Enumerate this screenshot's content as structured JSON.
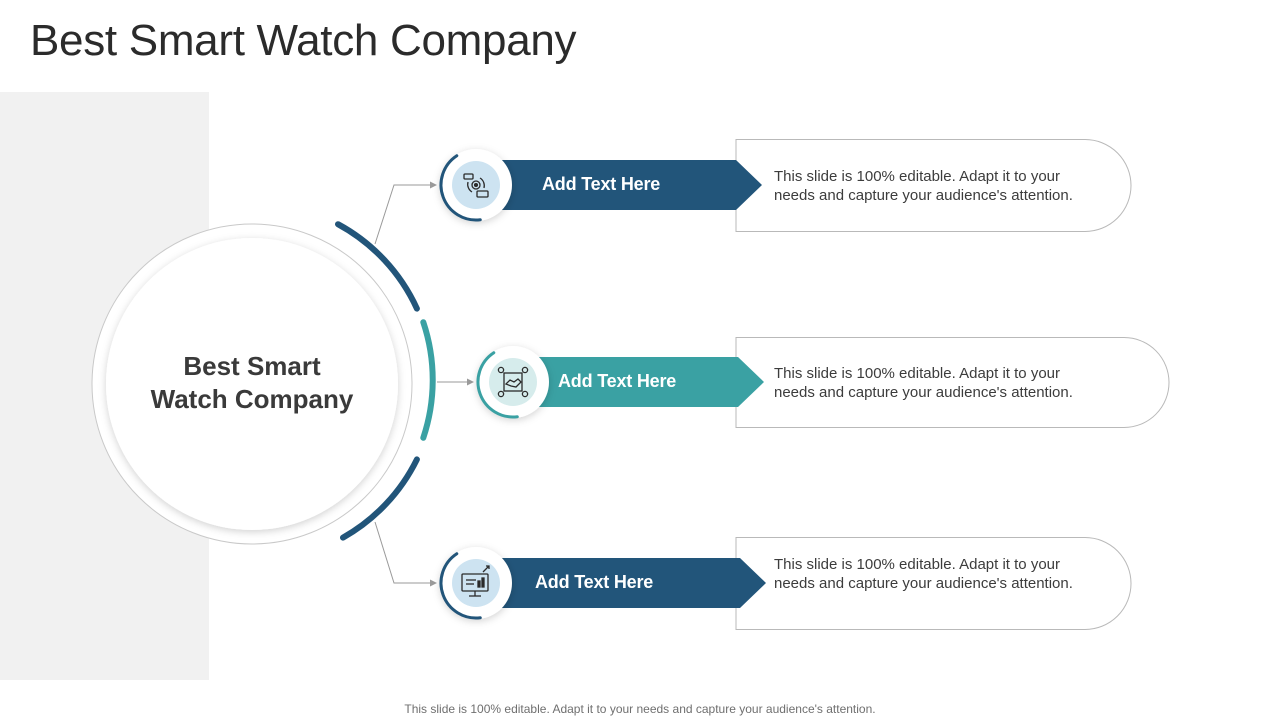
{
  "title": "Best Smart Watch Company",
  "center": {
    "label_line1": "Best Smart",
    "label_line2": "Watch Company"
  },
  "items": [
    {
      "label": "Add Text Here",
      "description": "This slide is 100% editable. Adapt it to your needs and capture your audience's attention.",
      "icon": "watch-settings-icon",
      "color": "#22557a"
    },
    {
      "label": "Add Text Here",
      "description": "This slide is 100% editable. Adapt it to your needs and capture your audience's attention.",
      "icon": "handshake-network-icon",
      "color": "#3aa1a3"
    },
    {
      "label": "Add Text Here",
      "description": "This slide is 100% editable. Adapt it to your needs and capture your audience's attention.",
      "icon": "monitor-analytics-icon",
      "color": "#22557a"
    }
  ],
  "footer": "This slide is 100% editable. Adapt it to your needs and capture your audience's attention."
}
